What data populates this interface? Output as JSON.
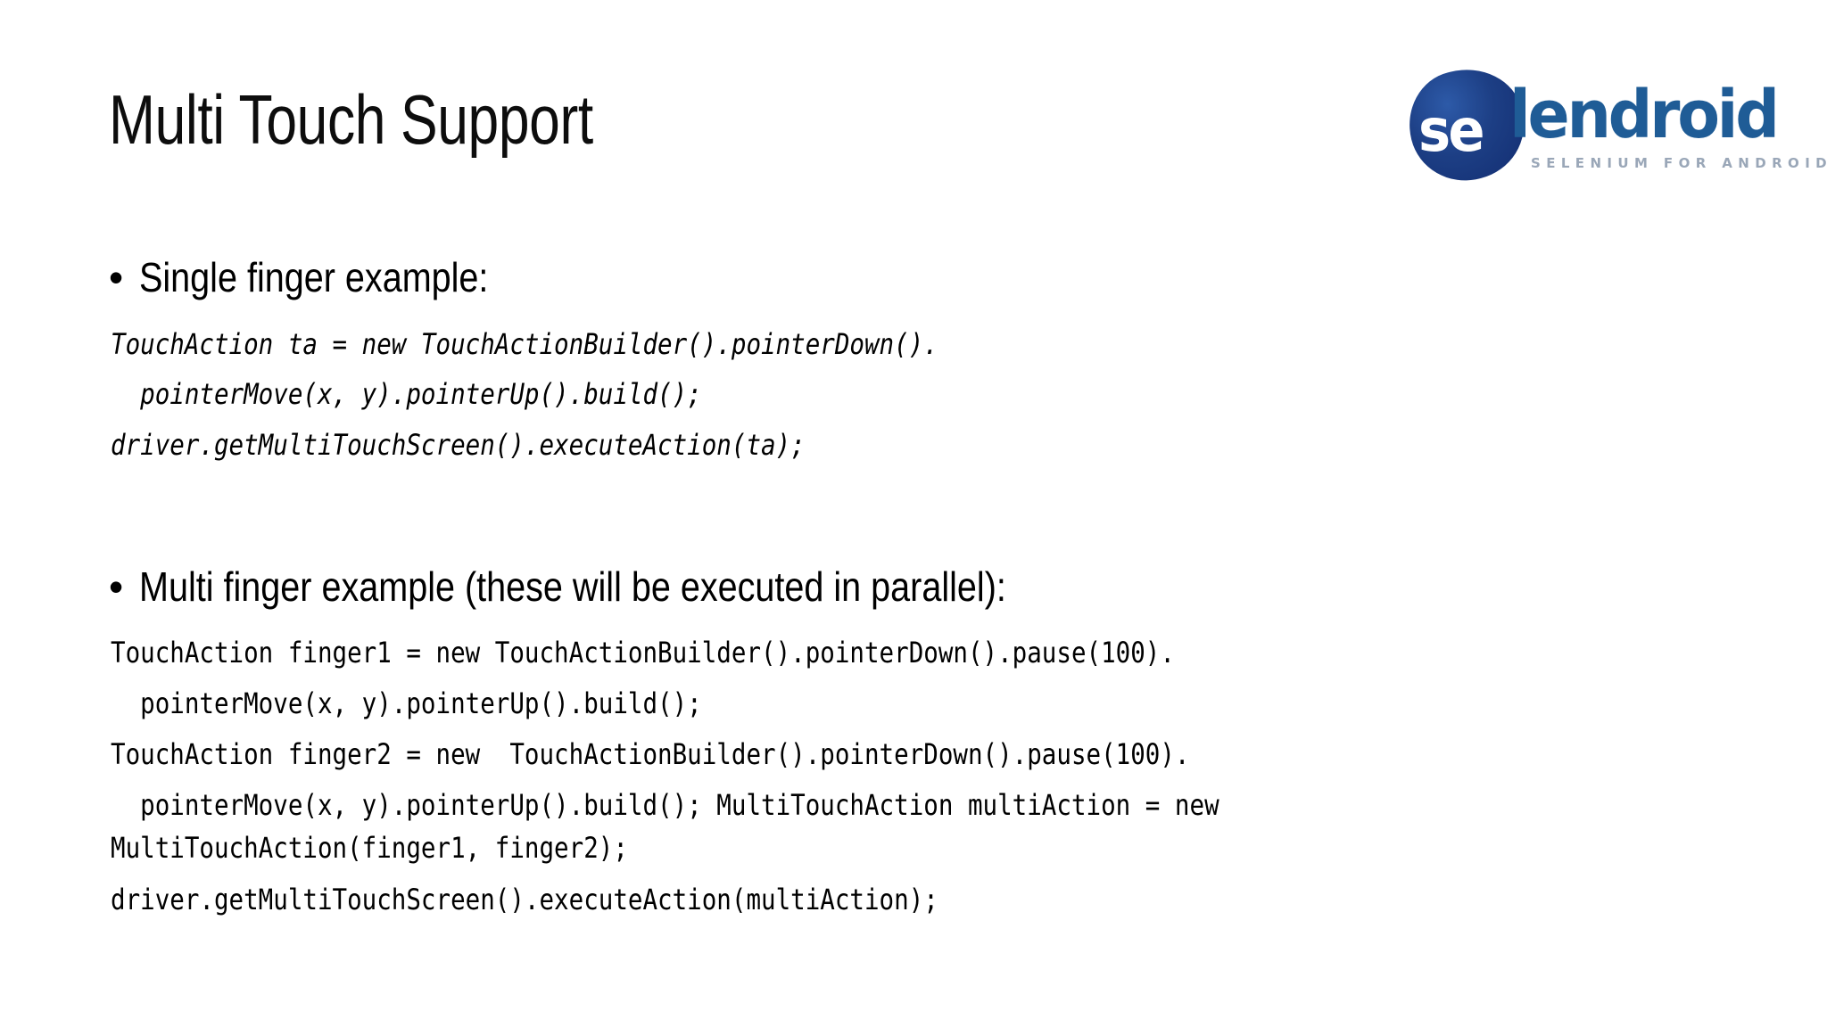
{
  "slide": {
    "title": "Multi Touch Support",
    "background_color": "#ffffff",
    "text_color": "#000000"
  },
  "logo": {
    "name": "selendroid-logo",
    "mark_text": "se",
    "word_text": "lendroid",
    "tagline": "SELENIUM FOR ANDROID",
    "blob_color": "#1d3f85",
    "word_color": "#1f5c96",
    "tagline_color": "#9aa7b8",
    "mark_text_color": "#ffffff"
  },
  "sections": [
    {
      "bullet": "•",
      "heading": "Single finger example:",
      "code_style": "italic",
      "code_lines": [
        "TouchAction ta = new TouchActionBuilder().pointerDown().",
        "  pointerMove(x, y).pointerUp().build();",
        "driver.getMultiTouchScreen().executeAction(ta);"
      ]
    },
    {
      "bullet": "•",
      "heading": "Multi finger example (these will be executed in parallel):",
      "code_style": "plain",
      "code_lines": [
        "TouchAction finger1 = new TouchActionBuilder().pointerDown().pause(100).",
        "  pointerMove(x, y).pointerUp().build();",
        "TouchAction finger2 = new  TouchActionBuilder().pointerDown().pause(100).",
        "  pointerMove(x, y).pointerUp().build(); MultiTouchAction multiAction = new",
        "MultiTouchAction(finger1, finger2);",
        "driver.getMultiTouchScreen().executeAction(multiAction);"
      ]
    }
  ]
}
